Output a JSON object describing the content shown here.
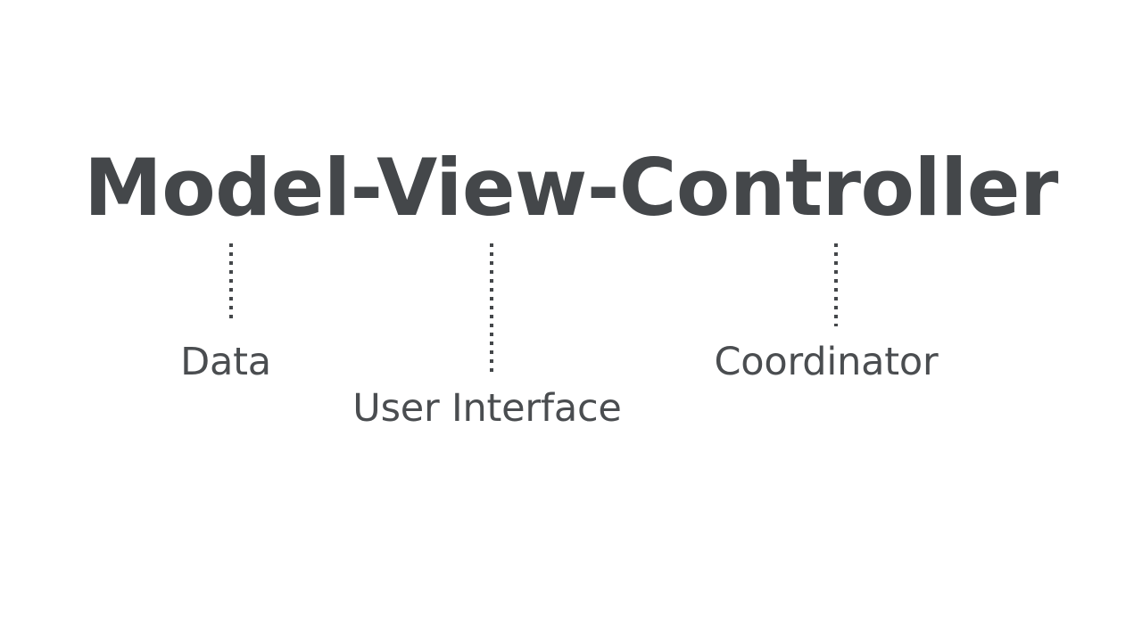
{
  "slide": {
    "background_color": "#ffffff",
    "title": {
      "text": "Model-View-Controller",
      "color": "#44474a"
    },
    "accent_color": "#44474a",
    "label_color": "#4a4d50",
    "components": [
      {
        "term": "Model",
        "caption": "Data",
        "connector": "dotted-vertical-line"
      },
      {
        "term": "View",
        "caption": "User Interface",
        "connector": "dotted-vertical-line"
      },
      {
        "term": "Controller",
        "caption": "Coordinator",
        "connector": "dotted-vertical-line"
      }
    ]
  }
}
